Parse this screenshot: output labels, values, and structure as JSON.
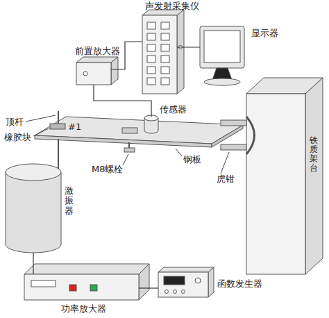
{
  "diagram": {
    "nodes": [
      {
        "text": [
          "声发射采集仪"
        ]
      },
      {
        "text": [
          "显示器"
        ]
      },
      {
        "text": [
          "前置放大器"
        ]
      },
      {
        "text": [
          "传感器"
        ]
      },
      {
        "text": [
          "铁质架台"
        ]
      },
      {
        "text": [
          "激振器"
        ]
      },
      {
        "text": [
          "功率放大器"
        ]
      },
      {
        "text": [
          "函数发生器"
        ]
      }
    ],
    "edges": [
      {
        "from": 2,
        "to": 0,
        "arrow": "none"
      },
      {
        "from": 0,
        "to": 1,
        "arrow": "none"
      },
      {
        "from": 3,
        "to": 2,
        "arrow": "none"
      },
      {
        "from": 5,
        "to": 6,
        "arrow": "none"
      },
      {
        "from": 6,
        "to": 7,
        "arrow": "none"
      }
    ],
    "labels": [
      "顶杆",
      "橡胶块",
      "#1",
      "M8螺栓",
      "钢板",
      "虎钳"
    ]
  }
}
